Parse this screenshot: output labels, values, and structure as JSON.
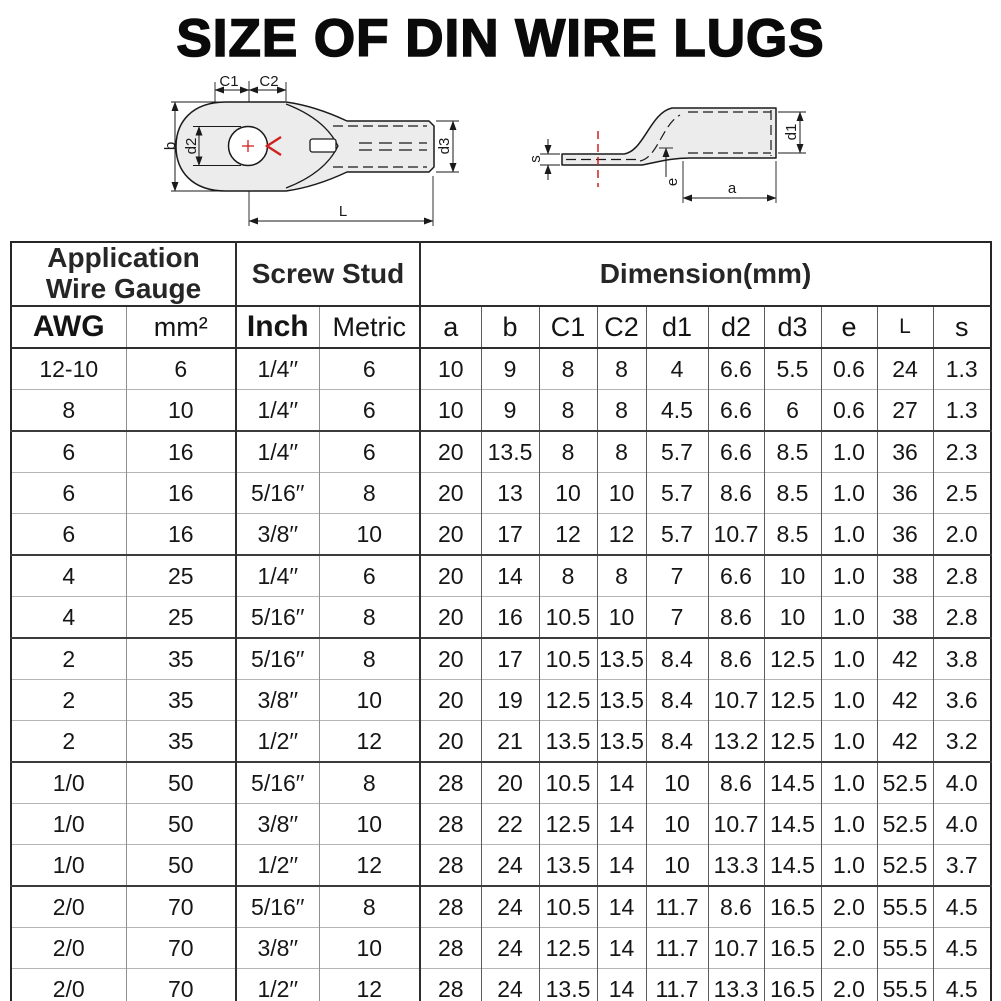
{
  "title": "SIZE OF DIN WIRE LUGS",
  "colors": {
    "accent_orange": "#f25c1b",
    "diagram_fill": "#ececec",
    "diagram_red": "#d02020",
    "line_dark": "#262626"
  },
  "diagram": {
    "front": {
      "c1": "C1",
      "c2": "C2",
      "b": "b",
      "d2": "d2",
      "d3": "d3",
      "L": "L"
    },
    "side": {
      "s": "s",
      "e": "e",
      "a": "a",
      "d1": "d1"
    }
  },
  "table": {
    "group_headers": [
      {
        "label": "Application\nWire Gauge",
        "colspan": 2
      },
      {
        "label": "Screw Stud",
        "colspan": 2
      },
      {
        "label": "Dimension(mm)",
        "colspan": 10
      }
    ],
    "col_headers": [
      {
        "label": "AWG",
        "accent": true
      },
      {
        "label": "mm²",
        "accent": false
      },
      {
        "label": "Inch",
        "accent": true
      },
      {
        "label": "Metric",
        "accent": false
      },
      {
        "label": "a",
        "accent": false
      },
      {
        "label": "b",
        "accent": false
      },
      {
        "label": "C1",
        "accent": false
      },
      {
        "label": "C2",
        "accent": false
      },
      {
        "label": "d1",
        "accent": false
      },
      {
        "label": "d2",
        "accent": false
      },
      {
        "label": "d3",
        "accent": false
      },
      {
        "label": "e",
        "accent": false
      },
      {
        "label": "L",
        "accent": false
      },
      {
        "label": "s",
        "accent": false
      }
    ],
    "group_starts": [
      2,
      5,
      7,
      10,
      13
    ],
    "rows": [
      [
        "12-10",
        "6",
        "1/4′′",
        "6",
        "10",
        "9",
        "8",
        "8",
        "4",
        "6.6",
        "5.5",
        "0.6",
        "24",
        "1.3"
      ],
      [
        "8",
        "10",
        "1/4′′",
        "6",
        "10",
        "9",
        "8",
        "8",
        "4.5",
        "6.6",
        "6",
        "0.6",
        "27",
        "1.3"
      ],
      [
        "6",
        "16",
        "1/4′′",
        "6",
        "20",
        "13.5",
        "8",
        "8",
        "5.7",
        "6.6",
        "8.5",
        "1.0",
        "36",
        "2.3"
      ],
      [
        "6",
        "16",
        "5/16′′",
        "8",
        "20",
        "13",
        "10",
        "10",
        "5.7",
        "8.6",
        "8.5",
        "1.0",
        "36",
        "2.5"
      ],
      [
        "6",
        "16",
        "3/8′′",
        "10",
        "20",
        "17",
        "12",
        "12",
        "5.7",
        "10.7",
        "8.5",
        "1.0",
        "36",
        "2.0"
      ],
      [
        "4",
        "25",
        "1/4′′",
        "6",
        "20",
        "14",
        "8",
        "8",
        "7",
        "6.6",
        "10",
        "1.0",
        "38",
        "2.8"
      ],
      [
        "4",
        "25",
        "5/16′′",
        "8",
        "20",
        "16",
        "10.5",
        "10",
        "7",
        "8.6",
        "10",
        "1.0",
        "38",
        "2.8"
      ],
      [
        "2",
        "35",
        "5/16′′",
        "8",
        "20",
        "17",
        "10.5",
        "13.5",
        "8.4",
        "8.6",
        "12.5",
        "1.0",
        "42",
        "3.8"
      ],
      [
        "2",
        "35",
        "3/8′′",
        "10",
        "20",
        "19",
        "12.5",
        "13.5",
        "8.4",
        "10.7",
        "12.5",
        "1.0",
        "42",
        "3.6"
      ],
      [
        "2",
        "35",
        "1/2′′",
        "12",
        "20",
        "21",
        "13.5",
        "13.5",
        "8.4",
        "13.2",
        "12.5",
        "1.0",
        "42",
        "3.2"
      ],
      [
        "1/0",
        "50",
        "5/16′′",
        "8",
        "28",
        "20",
        "10.5",
        "14",
        "10",
        "8.6",
        "14.5",
        "1.0",
        "52.5",
        "4.0"
      ],
      [
        "1/0",
        "50",
        "3/8′′",
        "10",
        "28",
        "22",
        "12.5",
        "14",
        "10",
        "10.7",
        "14.5",
        "1.0",
        "52.5",
        "4.0"
      ],
      [
        "1/0",
        "50",
        "1/2′′",
        "12",
        "28",
        "24",
        "13.5",
        "14",
        "10",
        "13.3",
        "14.5",
        "1.0",
        "52.5",
        "3.7"
      ],
      [
        "2/0",
        "70",
        "5/16′′",
        "8",
        "28",
        "24",
        "10.5",
        "14",
        "11.7",
        "8.6",
        "16.5",
        "2.0",
        "55.5",
        "4.5"
      ],
      [
        "2/0",
        "70",
        "3/8′′",
        "10",
        "28",
        "24",
        "12.5",
        "14",
        "11.7",
        "10.7",
        "16.5",
        "2.0",
        "55.5",
        "4.5"
      ],
      [
        "2/0",
        "70",
        "1/2′′",
        "12",
        "28",
        "24",
        "13.5",
        "14",
        "11.7",
        "13.3",
        "16.5",
        "2.0",
        "55.5",
        "4.5"
      ]
    ]
  }
}
